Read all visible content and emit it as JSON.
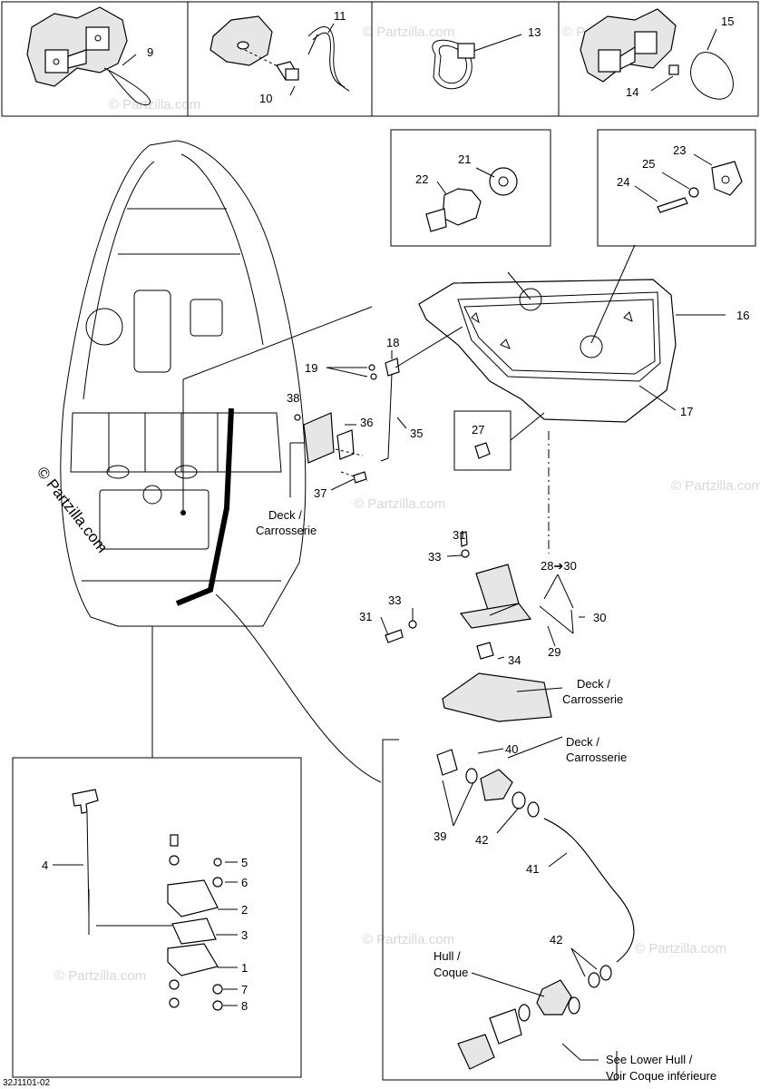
{
  "watermark": "© Partzilla.com",
  "drawing_code": "32J1101-02",
  "parts": {
    "p1": "1",
    "p2": "2",
    "p3": "3",
    "p4": "4",
    "p5": "5",
    "p6": "6",
    "p7": "7",
    "p8": "8",
    "p9": "9",
    "p10": "10",
    "p11": "11",
    "p13": "13",
    "p14": "14",
    "p15": "15",
    "p16": "16",
    "p17": "17",
    "p18": "18",
    "p19": "19",
    "p21": "21",
    "p22": "22",
    "p23": "23",
    "p24": "24",
    "p25": "25",
    "p27": "27",
    "p28_30": "28➔30",
    "p29": "29",
    "p30": "30",
    "p31a": "31",
    "p31b": "31",
    "p33a": "33",
    "p33b": "33",
    "p34": "34",
    "p35": "35",
    "p36": "36",
    "p37": "37",
    "p38": "38",
    "p39": "39",
    "p40": "40",
    "p41": "41",
    "p42a": "42",
    "p42b": "42"
  },
  "notes": {
    "deck1_a": "Deck /",
    "deck1_b": "Carrosserie",
    "deck2_a": "Deck /",
    "deck2_b": "Carrosserie",
    "deck3_a": "Deck /",
    "deck3_b": "Carrosserie",
    "hull_a": "Hull /",
    "hull_b": "Coque",
    "see_a": "See Lower Hull /",
    "see_b": "Voir Coque inférieure"
  }
}
